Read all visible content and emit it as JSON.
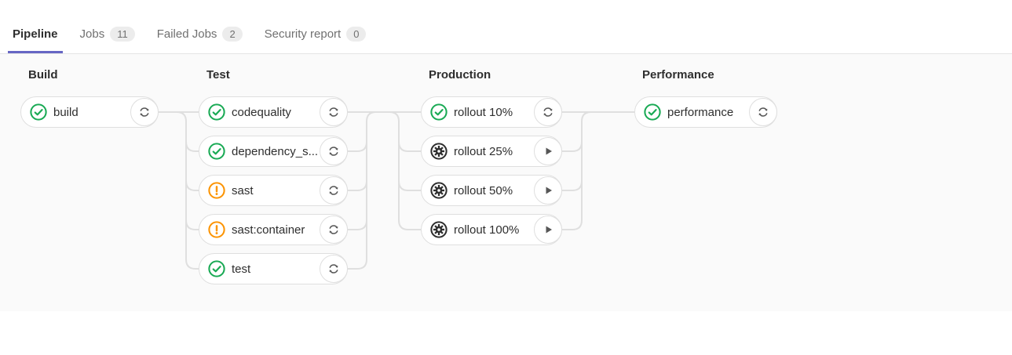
{
  "tabs": [
    {
      "label": "Pipeline",
      "active": true
    },
    {
      "label": "Jobs",
      "badge": "11"
    },
    {
      "label": "Failed Jobs",
      "badge": "2"
    },
    {
      "label": "Security report",
      "badge": "0"
    }
  ],
  "colors": {
    "accent_tab_underline": "#6666c4",
    "status_success": "#1aaa55",
    "status_warning": "#fc9403",
    "status_manual": "#2e2e2e",
    "action_icon": "#565656",
    "connector_line": "#dfdfdf",
    "graph_background": "#fafafa"
  },
  "pipeline": {
    "stages": [
      {
        "name": "Build",
        "jobs": [
          {
            "label": "build",
            "status": "success",
            "action": "retry"
          }
        ]
      },
      {
        "name": "Test",
        "jobs": [
          {
            "label": "codequality",
            "status": "success",
            "action": "retry"
          },
          {
            "label": "dependency_s...",
            "status": "success",
            "action": "retry"
          },
          {
            "label": "sast",
            "status": "warning",
            "action": "retry"
          },
          {
            "label": "sast:container",
            "status": "warning",
            "action": "retry"
          },
          {
            "label": "test",
            "status": "success",
            "action": "retry"
          }
        ]
      },
      {
        "name": "Production",
        "jobs": [
          {
            "label": "rollout 10%",
            "status": "success",
            "action": "retry"
          },
          {
            "label": "rollout 25%",
            "status": "manual",
            "action": "play"
          },
          {
            "label": "rollout 50%",
            "status": "manual",
            "action": "play"
          },
          {
            "label": "rollout 100%",
            "status": "manual",
            "action": "play"
          }
        ]
      },
      {
        "name": "Performance",
        "jobs": [
          {
            "label": "performance",
            "status": "success",
            "action": "retry"
          }
        ]
      }
    ]
  }
}
